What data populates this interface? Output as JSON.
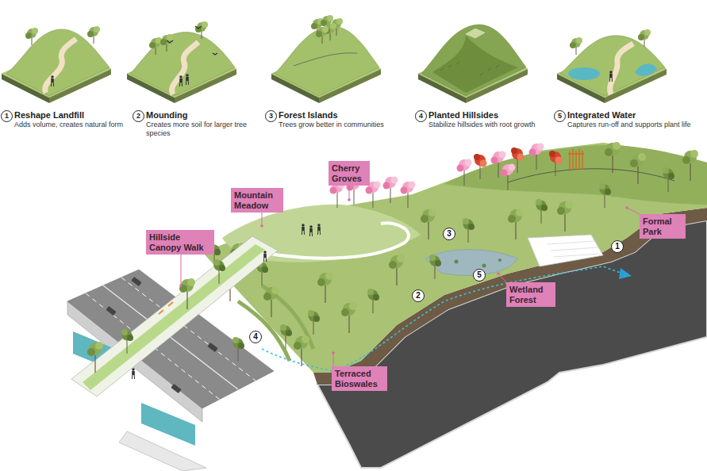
{
  "diagram": {
    "nodes": [
      {
        "text": [
          "1",
          "Reshape Landfill",
          "Adds volume, creates natural form"
        ]
      },
      {
        "text": [
          "2",
          "Mounding",
          "Creates more soil for larger tree species"
        ]
      },
      {
        "text": [
          "3",
          "Forest Islands",
          "Trees grow better in communities"
        ]
      },
      {
        "text": [
          "4",
          "Planted Hillsides",
          "Stabilize hillsides with root growth"
        ]
      },
      {
        "text": [
          "5",
          "Integrated Water",
          "Captures run-off and supports plant life"
        ]
      },
      {
        "text": [
          "Cherry Groves"
        ]
      },
      {
        "text": [
          "Mountain Meadow"
        ]
      },
      {
        "text": [
          "Hillside Canopy Walk"
        ]
      },
      {
        "text": [
          "Formal Park"
        ]
      },
      {
        "text": [
          "3"
        ]
      },
      {
        "text": [
          "1"
        ]
      },
      {
        "text": [
          "5"
        ]
      },
      {
        "text": [
          "Wetland Forest"
        ]
      },
      {
        "text": [
          "2"
        ]
      },
      {
        "text": [
          "4"
        ]
      },
      {
        "text": [
          "Terraced Bioswales"
        ]
      }
    ]
  }
}
